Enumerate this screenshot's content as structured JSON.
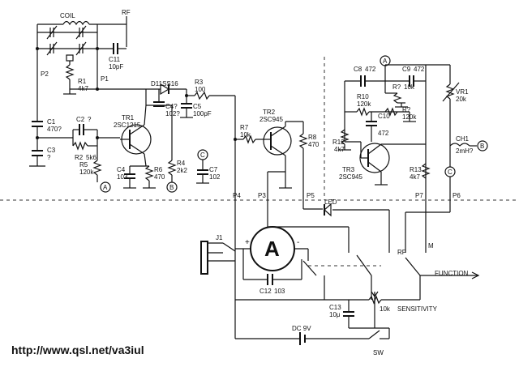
{
  "labels": {
    "coil": "COIL",
    "rf_top": "RF",
    "c11": "C11",
    "c11_val": "10pF",
    "p2": "P2",
    "p1": "P1",
    "r1": "R1",
    "r1_val": "4k7",
    "d1": "D11SS16",
    "r3": "R3",
    "r3_val": "100",
    "c4q": "C4?",
    "c4q_val": "102?",
    "c5": "C5",
    "c5_val": "100pF",
    "c1": "C1",
    "c1_val": "470?",
    "c2": "C2",
    "c2_val": "?",
    "c3": "C3",
    "c3_val": "?",
    "r2": "R2",
    "r2_val": "5k6",
    "tr1": "TR1",
    "tr1_val": "2SC1215",
    "r5": "R5",
    "r5_val": "120k",
    "c4": "C4",
    "c4_val": "103",
    "r6": "R6",
    "r6_val": "470",
    "r4": "R4",
    "r4_val": "2k2",
    "c7": "C7",
    "c7_val": "102",
    "r7": "R7",
    "r7_val": "10k",
    "tr2": "TR2",
    "tr2_val": "2SC945",
    "r8": "R8",
    "r8_val": "470",
    "c8": "C8",
    "c8_val": "472",
    "c9": "C9",
    "c9_val": "472",
    "r10": "R10",
    "r10_val": "120k",
    "rq1": "R?",
    "rq1_val": "10k",
    "rq2": "R?",
    "rq2_val": "120k",
    "c10": "C10",
    "c10_val": "472",
    "r12": "R12",
    "r12_val": "4k7",
    "tr3": "TR3",
    "tr3_val": "2SC945",
    "r13": "R13",
    "r13_val": "4k7",
    "vr1": "VR1",
    "vr1_val": "20k",
    "ch1": "CH1",
    "ch1_val": "2mH?",
    "p4": "P4",
    "p3": "P3",
    "p5": "P5",
    "p7": "P7",
    "p6": "P6",
    "led": "LED",
    "j1": "J1",
    "meter": "A",
    "plus": "+",
    "minus": "-",
    "c12": "C12",
    "c12_val": "103",
    "rf_sw": "RF",
    "m_sw": "M",
    "function": "FUNCTION",
    "sensitivity": "SENSITIVITY",
    "pot_val": "10k",
    "c13": "C13",
    "c13_val": "10μ",
    "dc": "DC 9V",
    "sw": "SW",
    "conn_a": "A",
    "conn_b": "B",
    "conn_c": "C",
    "url": "http://www.qsl.net/va3iul"
  }
}
